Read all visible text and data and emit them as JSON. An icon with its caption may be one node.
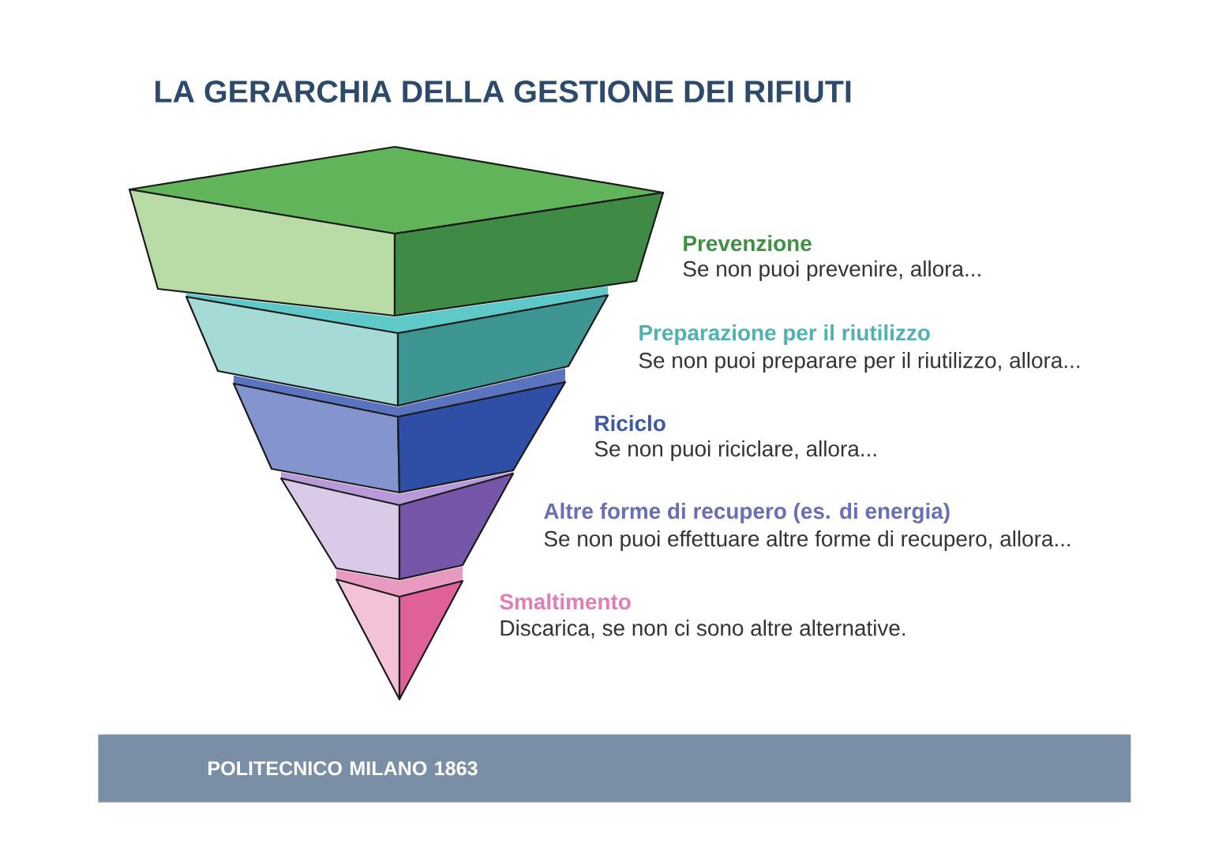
{
  "diagram": {
    "title": "LA GERARCHIA DELLA GESTIONE DEI RIFIUTI",
    "nodes": [
      {
        "text": [],
        "shape": "trapezoid",
        "beside": [
          "Prevenzione",
          "Se non puoi prevenire, allora..."
        ]
      },
      {
        "text": [],
        "shape": "trapezoid",
        "beside": [
          "Preparazione per il riutilizzo",
          "Se non puoi preparare per il riutilizzo, allora..."
        ]
      },
      {
        "text": [],
        "shape": "trapezoid",
        "beside": [
          "Riciclo",
          "Se non puoi riciclare, allora..."
        ]
      },
      {
        "text": [],
        "shape": "trapezoid",
        "beside": [
          "Altre forme di recupero (es. di energia)",
          "Se non puoi effettuare altre forme di recupero, allora..."
        ]
      },
      {
        "text": [],
        "shape": "triangle",
        "beside": [
          "Smaltimento",
          "Discarica, se non ci sono altre alternative."
        ]
      },
      {
        "text": [
          "POLITECNICO MILANO 1863"
        ]
      }
    ]
  }
}
